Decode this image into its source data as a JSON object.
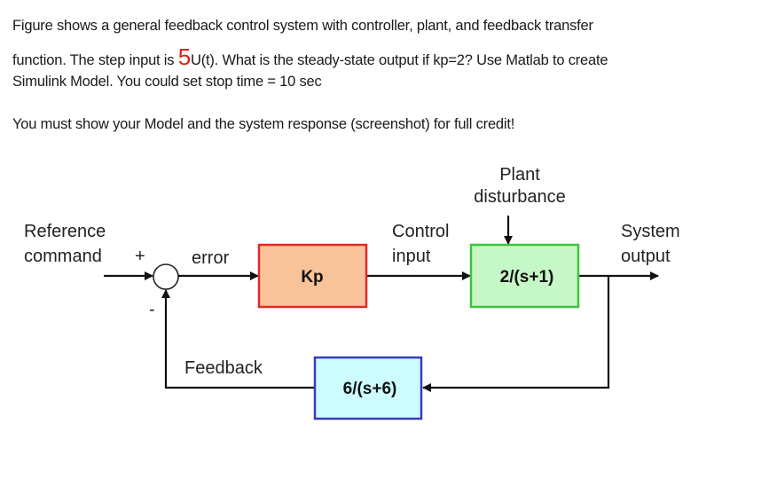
{
  "question": {
    "line1": "Figure shows a general feedback control system with controller, plant, and feedback transfer",
    "line2_pre": "function.  The step input is ",
    "line2_amplitude": "5",
    "line2_post": "U(t). What is the steady-state output if kp=2? Use Matlab to create",
    "line3": "Simulink Model. You could set stop time = 10 sec",
    "line4": "You must show your Model and the system response (screenshot) for full credit!",
    "highlight_color": "#e02020"
  },
  "diagram": {
    "reference_label_1": "Reference",
    "reference_label_2": "command",
    "plus_sign": "+",
    "minus_sign": "-",
    "error_label": "error",
    "controller": {
      "label": "Kp",
      "fill": "#f9c39a",
      "stroke": "#e02a2a"
    },
    "control_input_label_1": "Control",
    "control_input_label_2": "input",
    "disturbance_label_1": "Plant",
    "disturbance_label_2": "disturbance",
    "plant": {
      "label": "2/(s+1)",
      "fill": "#c6f7c6",
      "stroke": "#3cc43c"
    },
    "output_label_1": "System",
    "output_label_2": "output",
    "feedback_label": "Feedback",
    "feedback_block": {
      "label": "6/(s+6)",
      "fill": "#ccfcff",
      "stroke": "#3a3ab8"
    }
  }
}
